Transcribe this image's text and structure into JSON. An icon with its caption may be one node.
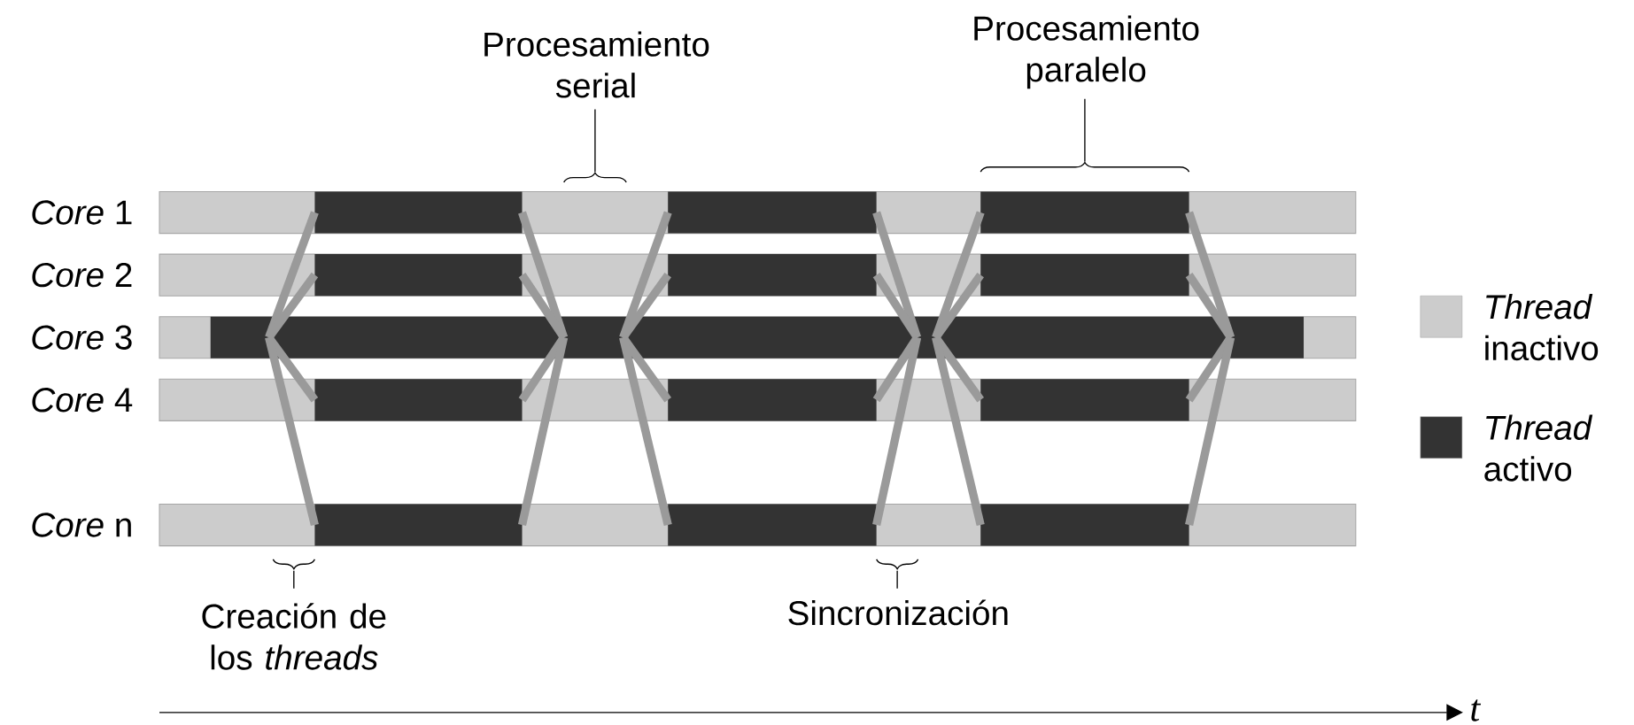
{
  "diagram": {
    "labels": [
      "Procesamiento serial",
      "Procesamiento paralelo",
      "*Core* 1",
      "*Core* 2",
      "*Core* 3",
      "*Core* 4",
      "*Core* n",
      "Creación de los *threads*",
      "Sincronización",
      "t"
    ],
    "legend": [
      {
        "text": "*Thread* inactivo",
        "color": "#cccccc"
      },
      {
        "text": "*Thread* activo",
        "color": "#333333"
      }
    ]
  }
}
